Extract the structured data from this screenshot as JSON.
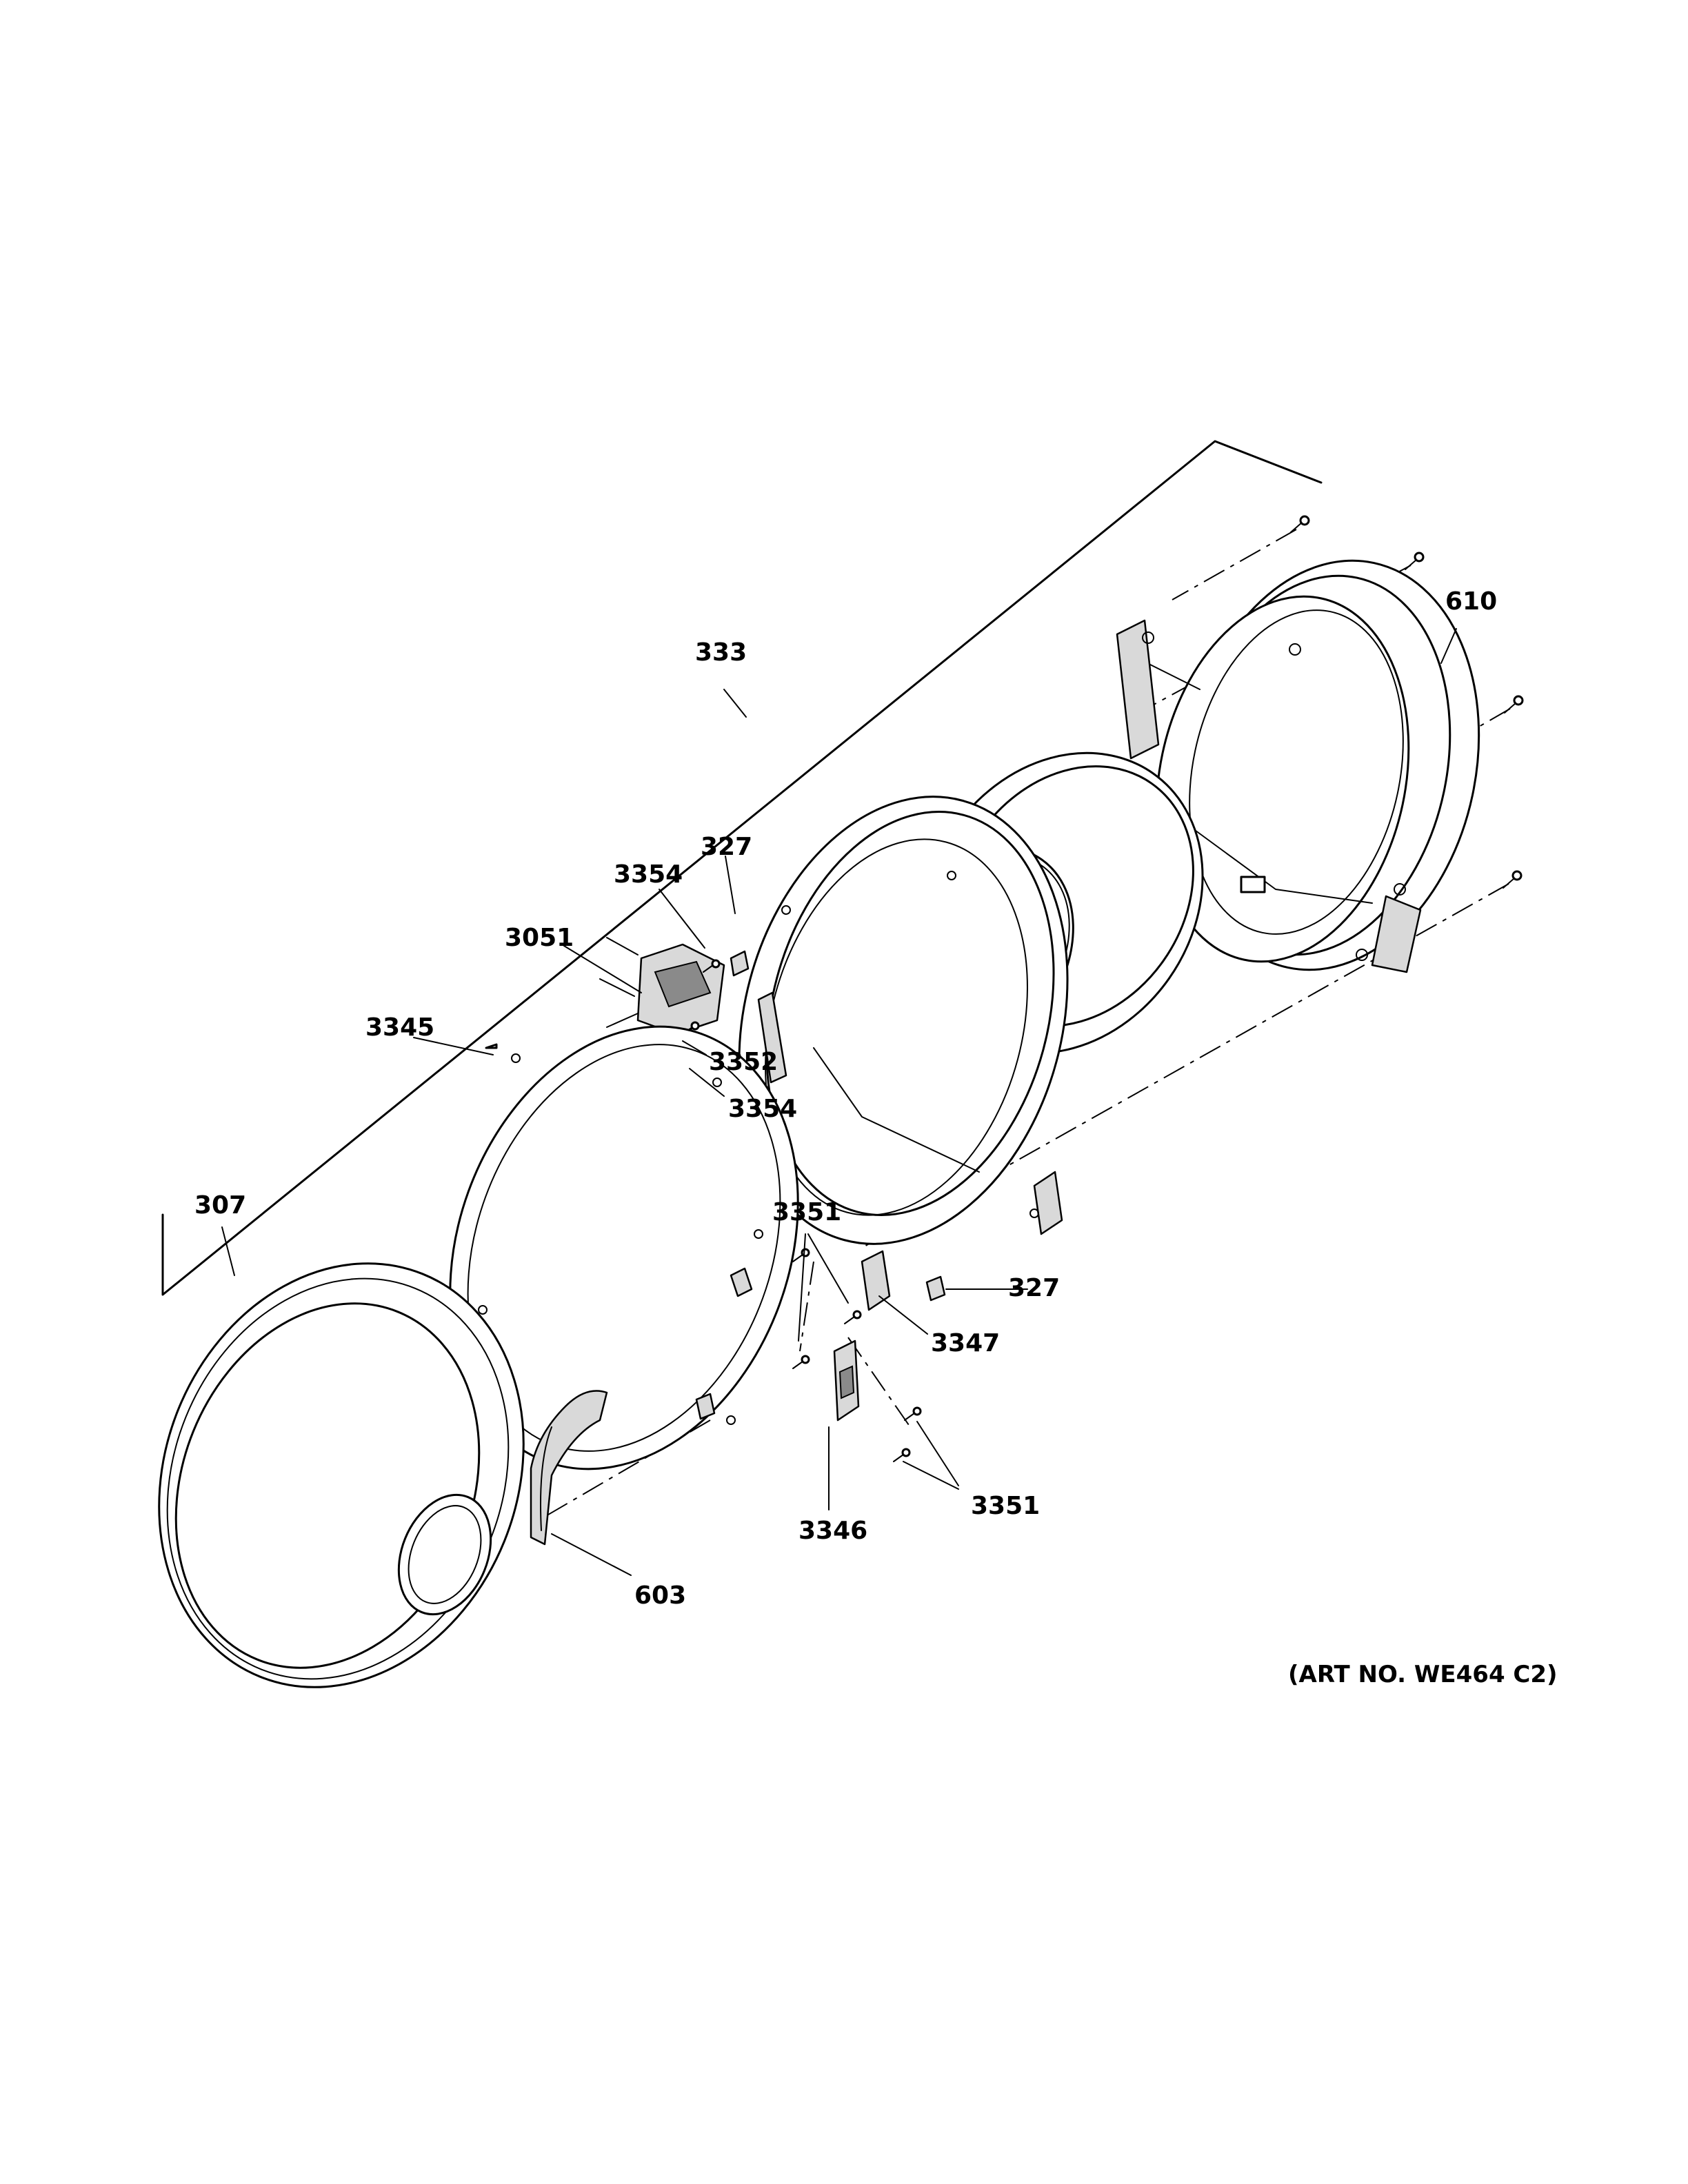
{
  "callouts": [
    {
      "id": "c-333",
      "text": "333"
    },
    {
      "id": "c-610",
      "text": "610"
    },
    {
      "id": "c-327a",
      "text": "327"
    },
    {
      "id": "c-3354a",
      "text": "3354"
    },
    {
      "id": "c-3051",
      "text": "3051"
    },
    {
      "id": "c-3345",
      "text": "3345"
    },
    {
      "id": "c-3352",
      "text": "3352"
    },
    {
      "id": "c-3354b",
      "text": "3354"
    },
    {
      "id": "c-307",
      "text": "307"
    },
    {
      "id": "c-3351a",
      "text": "3351"
    },
    {
      "id": "c-327b",
      "text": "327"
    },
    {
      "id": "c-3347",
      "text": "3347"
    },
    {
      "id": "c-3351b",
      "text": "3351"
    },
    {
      "id": "c-3346",
      "text": "3346"
    },
    {
      "id": "c-603",
      "text": "603"
    }
  ],
  "art_number": "(ART NO. WE464 C2)"
}
